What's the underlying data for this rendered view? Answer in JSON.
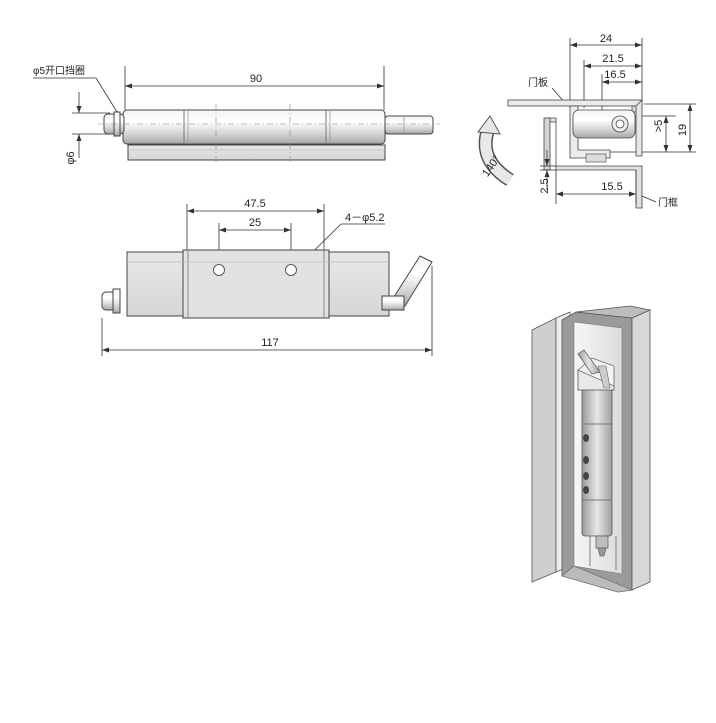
{
  "top_view": {
    "dim_length": "90",
    "dim_diameter": "φ6",
    "label_circlip": "φ5开口挡圈"
  },
  "front_view": {
    "dim_hole_outer": "47.5",
    "dim_hole_inner": "25",
    "dim_holes": "4－φ5.2",
    "dim_total": "117"
  },
  "section_view": {
    "dim_24": "24",
    "dim_21_5": "21.5",
    "dim_16_5": "16.5",
    "dim_gt5": ">5",
    "dim_19": "19",
    "dim_2_5": "2.5",
    "dim_15_5": "15.5",
    "angle": "140°",
    "label_door_panel": "门板",
    "label_door_frame": "门框"
  },
  "iso_view": {}
}
